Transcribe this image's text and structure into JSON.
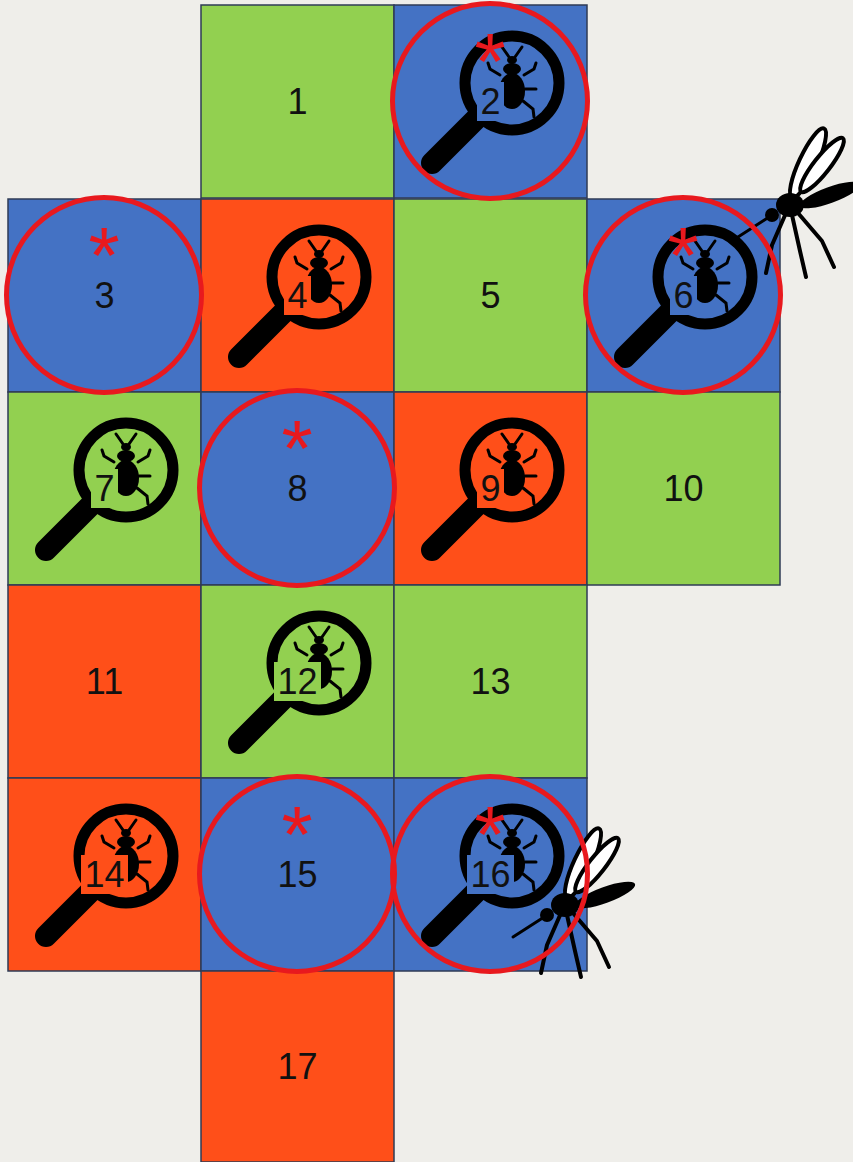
{
  "diagram": {
    "nodes": [
      {
        "text": [
          "1"
        ]
      },
      {
        "text": [
          "2"
        ]
      },
      {
        "text": [
          "*"
        ],
        "in": 1
      },
      {
        "text": [
          "3"
        ]
      },
      {
        "text": [
          "*"
        ],
        "in": 3
      },
      {
        "text": [
          "4"
        ]
      },
      {
        "text": [
          "5"
        ]
      },
      {
        "text": [
          "6"
        ]
      },
      {
        "text": [
          "*"
        ],
        "in": 7
      },
      {
        "text": [
          "7"
        ]
      },
      {
        "text": [
          "8"
        ]
      },
      {
        "text": [
          "*"
        ],
        "in": 10
      },
      {
        "text": [
          "9"
        ]
      },
      {
        "text": [
          "10"
        ]
      },
      {
        "text": [
          "11"
        ]
      },
      {
        "text": [
          "12"
        ]
      },
      {
        "text": [
          "13"
        ]
      },
      {
        "text": [
          "14"
        ]
      },
      {
        "text": [
          "15"
        ]
      },
      {
        "text": [
          "*"
        ],
        "in": 18
      },
      {
        "text": [
          "16"
        ]
      },
      {
        "text": [
          "*"
        ],
        "in": 20
      },
      {
        "text": [
          "17"
        ]
      }
    ]
  }
}
